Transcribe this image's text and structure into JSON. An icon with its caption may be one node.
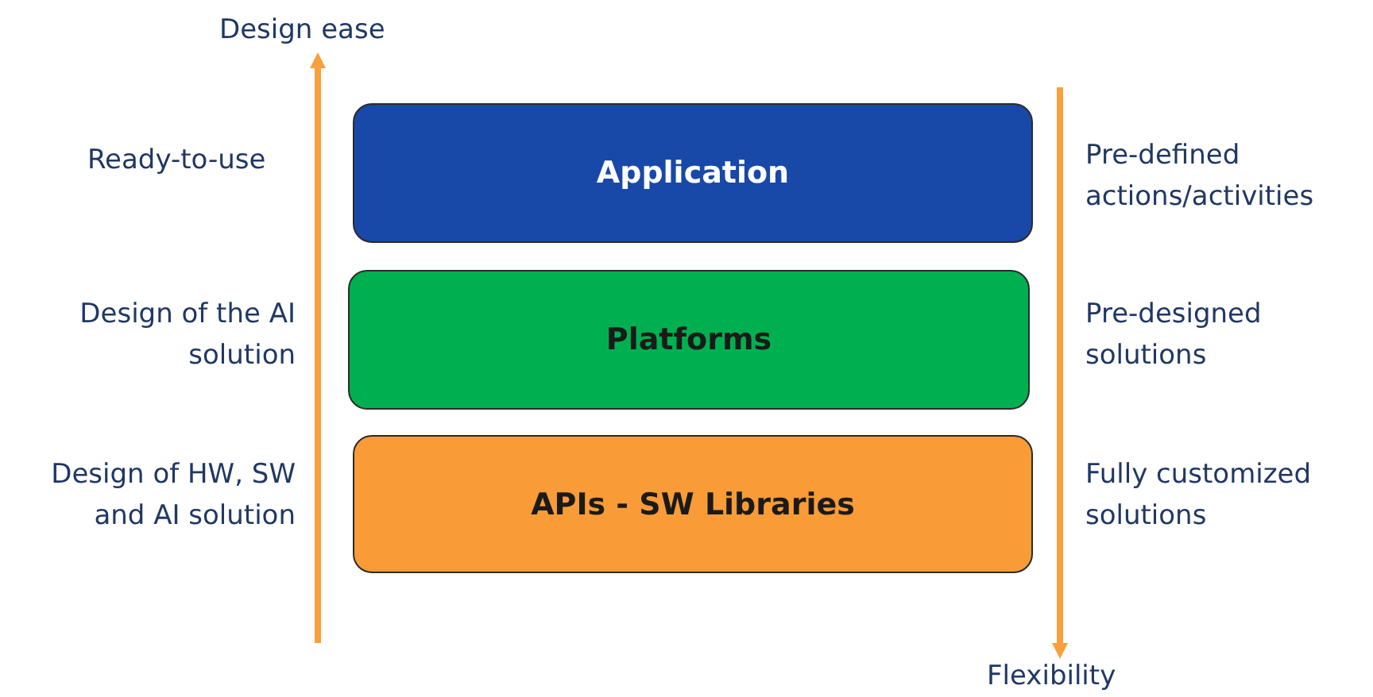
{
  "diagram": {
    "nodes": [
      {
        "text": [
          "Application"
        ]
      },
      {
        "text": [
          "Platforms"
        ]
      },
      {
        "text": [
          "APIs - SW Libraries"
        ]
      }
    ],
    "edges": [],
    "labels": [
      "Design ease",
      "Ready-to-use",
      "Pre-defined actions/activities",
      "Design of the AI solution",
      "Pre-designed solutions",
      "Design of HW, SW and AI solution",
      "Fully customized solutions",
      "Flexibility"
    ]
  }
}
